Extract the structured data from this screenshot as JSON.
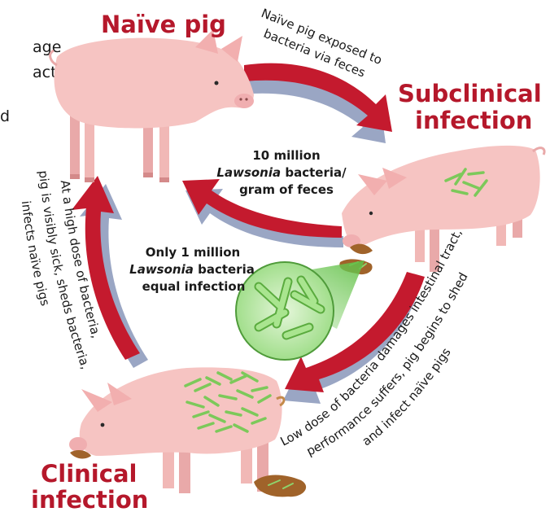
{
  "titles": {
    "naive": "Naïve pig",
    "subclinical_1": "Subclinical",
    "subclinical_2": "infection",
    "clinical_1": "Clinical",
    "clinical_2": "infection"
  },
  "arrows": {
    "exposed_1": "Naïve pig exposed to",
    "exposed_2": "bacteria via feces",
    "shed_count": "10 million",
    "shed_genus": "Lawsonia",
    "shed_rest": " bacteria/",
    "shed_unit": "gram of feces",
    "dose_1": "Only 1 million",
    "dose_genus": "Lawsonia",
    "dose_rest": " bacteria",
    "dose_3": "equal infection",
    "low_1": "Low dose of bacteria damages intestinal tract,",
    "low_2": "performance suffers, pig begins to shed",
    "low_3": "and infect naïve pigs",
    "high_1": "At a high dose of bacteria,",
    "high_2": "pig is visibly sick, sheds bacteria,",
    "high_3": "infects naïve pigs"
  },
  "clipped_text": {
    "line1": "age",
    "line2": "act",
    "line3": "d"
  },
  "colors": {
    "title_red": "#b5182b",
    "arrow_red": "#c41a2e",
    "arrow_shadow": "#9aa6c4",
    "pig_pink": "#f6c4c2",
    "bacteria_green": "#7cc95a",
    "feces_brown": "#a0632a"
  }
}
